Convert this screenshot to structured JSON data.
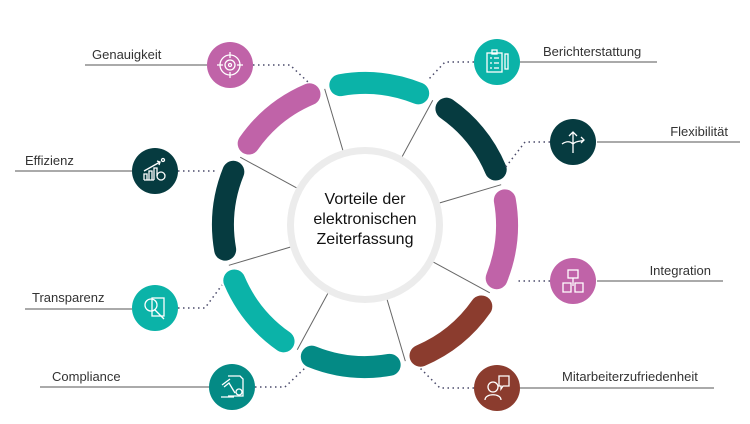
{
  "center": {
    "line1": "Vorteile der",
    "line2": "elektronischen",
    "line3": "Zeiterfassung"
  },
  "benefits": [
    {
      "label": "Genauigkeit",
      "icon": "target-icon",
      "color": "#c063a8"
    },
    {
      "label": "Berichterstattung",
      "icon": "clipboard-checklist-icon",
      "color": "#0bb3a8"
    },
    {
      "label": "Flexibilität",
      "icon": "branching-arrows-icon",
      "color": "#063b40"
    },
    {
      "label": "Integration",
      "icon": "robot-puzzle-icon",
      "color": "#c063a8"
    },
    {
      "label": "Mitarbeiterzufriedenheit",
      "icon": "employee-feedback-icon",
      "color": "#8b3c2e"
    },
    {
      "label": "Compliance",
      "icon": "gavel-document-icon",
      "color": "#048a85"
    },
    {
      "label": "Transparenz",
      "icon": "magnifier-document-icon",
      "color": "#0bb3a8"
    },
    {
      "label": "Effizienz",
      "icon": "growth-chart-gear-icon",
      "color": "#063b40"
    }
  ],
  "ring_colors": [
    "#0bb3a8",
    "#063b40",
    "#c063a8",
    "#8b3c2e",
    "#048a85",
    "#0bb3a8",
    "#063b40",
    "#c063a8"
  ]
}
